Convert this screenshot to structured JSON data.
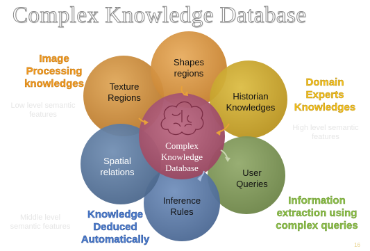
{
  "title": "Complex Knowledge Database",
  "colors": {
    "texture": "#c98b38",
    "shapes": "#d6933c",
    "historian": "#c9a52a",
    "user": "#7e9758",
    "inference": "#5b7aa8",
    "spatial": "#5c7a9f",
    "center": "#a8566f",
    "arrow": "#e8a13a"
  },
  "petals": {
    "texture": "Texture\nRegions",
    "shapes": "Shapes\nregions",
    "historian": "Historian\nKnowledges",
    "user": "User\nQueries",
    "inference": "Inference\nRules",
    "spatial": "Spatial\nrelations"
  },
  "center": "Complex\nKnowledge\nDatabase",
  "center_icon": "brain-icon",
  "sides": {
    "left_top": {
      "heading": "Image\nProcessing\nknowledges",
      "sub": "Low level semantic\nfeatures"
    },
    "right_top": {
      "heading": "Domain\nExperts\nKnowledges",
      "sub": "High level semantic\nfeatures"
    },
    "left_bottom": {
      "heading": "Knowledge\nDeduced\nAutomatically",
      "sub": "Middle level\nsemantic features"
    },
    "right_bottom": {
      "heading": "Information\nextraction using\ncomplex queries"
    }
  },
  "page_number": "16"
}
